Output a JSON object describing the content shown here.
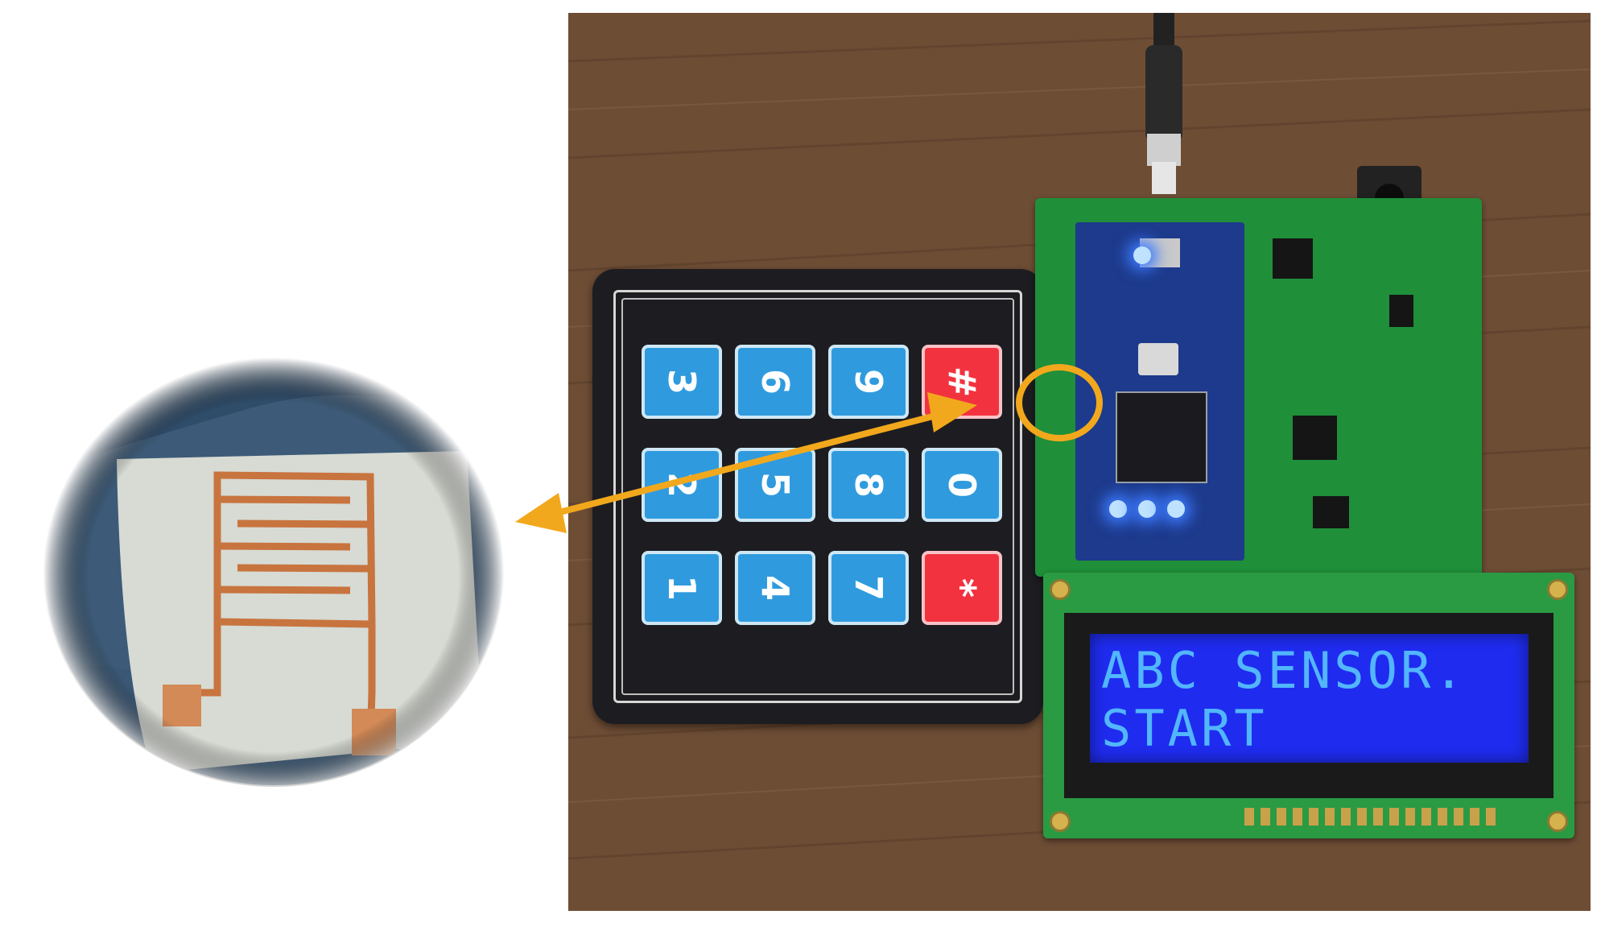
{
  "keypad": {
    "keys": [
      {
        "label": "3",
        "color": "blue"
      },
      {
        "label": "6",
        "color": "blue"
      },
      {
        "label": "9",
        "color": "blue"
      },
      {
        "label": "#",
        "color": "red"
      },
      {
        "label": "2",
        "color": "blue"
      },
      {
        "label": "5",
        "color": "blue"
      },
      {
        "label": "8",
        "color": "blue"
      },
      {
        "label": "0",
        "color": "blue"
      },
      {
        "label": "1",
        "color": "blue"
      },
      {
        "label": "4",
        "color": "blue"
      },
      {
        "label": "7",
        "color": "blue"
      },
      {
        "label": "*",
        "color": "red"
      }
    ]
  },
  "lcd": {
    "line1": "ABC SENSOR.",
    "line2": "START"
  },
  "colors": {
    "callout": "#f2a81c",
    "key_blue": "#2f9bde",
    "key_red": "#f2333f",
    "lcd_background": "#1f2cf0",
    "lcd_text": "#58c6ff",
    "pcb": "#1f8f3a",
    "copper": "#c8743f"
  },
  "icons": [
    "double-arrow-icon",
    "highlight-circle-icon"
  ]
}
